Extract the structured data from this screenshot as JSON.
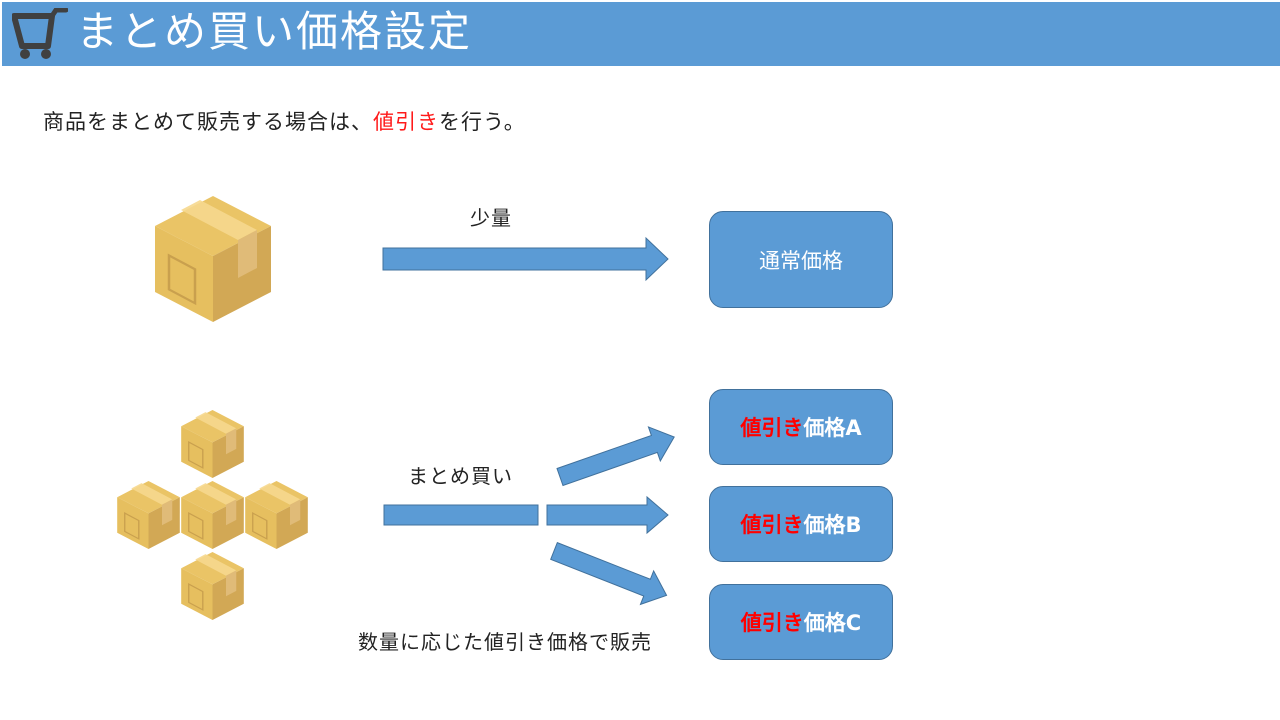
{
  "header": {
    "title": "まとめ買い価格設定",
    "icon": "shopping-cart-icon"
  },
  "intro": {
    "before": "商品をまとめて販売する場合は、",
    "highlight": "値引き",
    "after": "を行う。"
  },
  "small_qty": {
    "label": "少量",
    "result": "通常価格"
  },
  "bulk": {
    "label": "まとめ買い",
    "caption": "数量に応じた値引き価格で販売",
    "results": [
      {
        "discount": "値引き",
        "price": "価格A"
      },
      {
        "discount": "値引き",
        "price": "価格B"
      },
      {
        "discount": "値引き",
        "price": "価格C"
      }
    ]
  },
  "colors": {
    "accent": "#5b9bd5",
    "highlight": "#ff0000",
    "box": "#e6bf5f"
  }
}
